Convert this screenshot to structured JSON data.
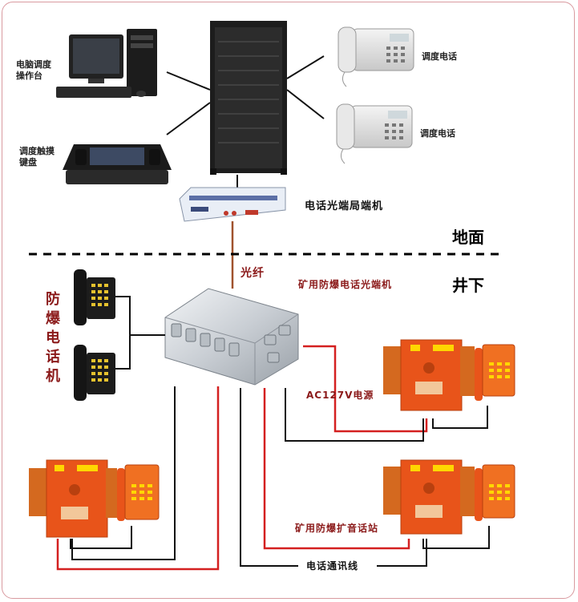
{
  "labels": {
    "pc_console": "电脑调度\n操作台",
    "touch_keyboard": "调度触摸\n键盘",
    "dispatch_phone_1": "调度电话",
    "dispatch_phone_2": "调度电话",
    "optical_terminal": "电话光端局端机",
    "surface": "地面",
    "underground": "井下",
    "fiber": "光纤",
    "mine_optical": "矿用防爆电话光端机",
    "explosion_phone": "防\n爆\n电\n话\n机",
    "power": "AC127V电源",
    "broadcast_station": "矿用防爆扩音话站",
    "comm_line": "电话通讯线"
  },
  "colors": {
    "power_line": "#d42020",
    "comm_line": "#111111",
    "fiber_line": "#a0522d",
    "station_orange": "#e8541a"
  }
}
